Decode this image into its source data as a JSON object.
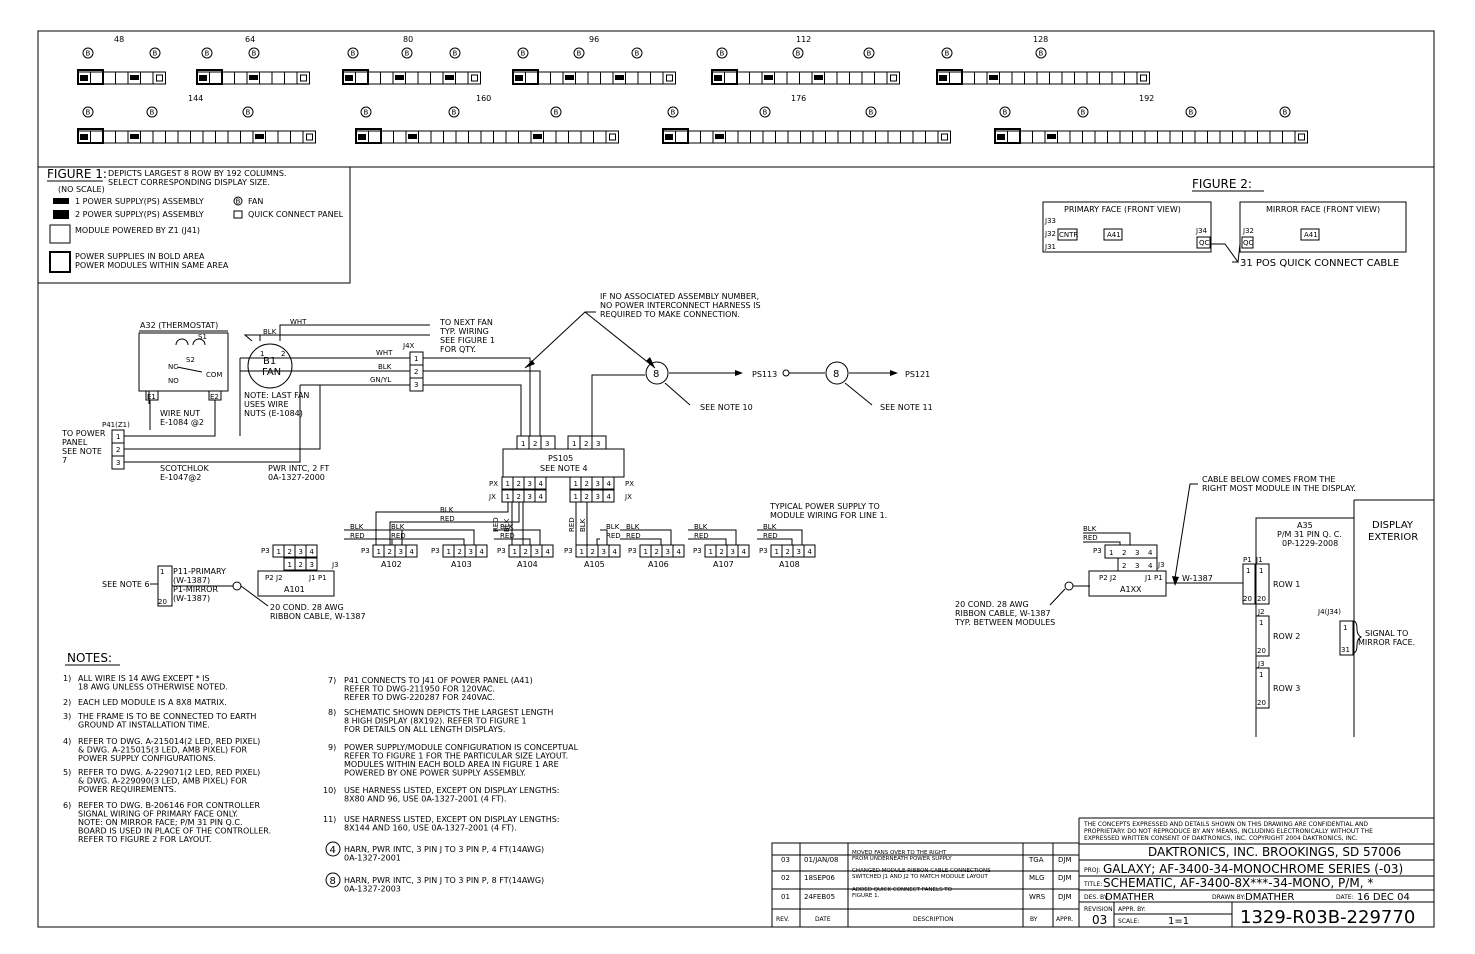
{
  "fig1_sizes_row1": [
    "48",
    "64",
    "80",
    "96",
    "112",
    "128"
  ],
  "fig1_sizes_row2": [
    "144",
    "160",
    "176",
    "192"
  ],
  "fig1_legend": {
    "title": "FIGURE 1:",
    "desc1": "DEPICTS LARGEST 8 ROW BY 192 COLUMNS.",
    "desc2": "SELECT CORRESPONDING DISPLAY SIZE.",
    "noscale": "(NO SCALE)",
    "ps1": "1 POWER SUPPLY(PS) ASSEMBLY",
    "ps2": "2 POWER SUPPLY(PS) ASSEMBLY",
    "fan": "FAN",
    "qc": "QUICK CONNECT PANEL",
    "z1": "MODULE POWERED BY Z1 (J41)",
    "bold1": "POWER SUPPLIES IN BOLD AREA",
    "bold2": "POWER MODULES WITHIN SAME AREA"
  },
  "fig2": {
    "title": "FIGURE 2:",
    "primary": "PRIMARY FACE (FRONT VIEW)",
    "mirror": "MIRROR FACE (FRONT VIEW)",
    "j33": "J33",
    "j32": "J32",
    "cntr": "CNTR",
    "j31": "J31",
    "a41": "A41",
    "j34": "J34",
    "qc": "QC",
    "cable": "31 POS QUICK CONNECT CABLE"
  },
  "schematic": {
    "a32": "A32 (THERMOSTAT)",
    "s1": "S1",
    "s2": "S2",
    "nc": "NC",
    "com": "COM",
    "no": "NO",
    "e1": "E1",
    "e2": "E2",
    "b1": "B1",
    "fan": "FAN",
    "wht": "WHT",
    "blk": "BLK",
    "gnyl": "GN/YL",
    "j4x": "J4X",
    "next_fan": [
      "TO NEXT FAN",
      "TYP. WIRING",
      "SEE FIGURE 1",
      "FOR QTY."
    ],
    "last_fan": [
      "NOTE: LAST FAN",
      "USES WIRE",
      "NUTS (E-1084)"
    ],
    "wire_nut": [
      "WIRE NUT",
      "E-1084 @2"
    ],
    "p41": "P41(Z1)",
    "to_power": [
      "TO POWER",
      "PANEL",
      "SEE NOTE",
      "7"
    ],
    "scotchlok": [
      "SCOTCHLOK",
      "E-1047@2"
    ],
    "pwr_intc": [
      "PWR INTC, 2 FT",
      "0A-1327-2000"
    ],
    "no_assy": [
      "IF NO ASSOCIATED ASSEMBLY NUMBER,",
      "NO POWER INTERCONNECT HARNESS IS",
      "REQUIRED TO MAKE CONNECTION."
    ],
    "ps113": "PS113",
    "ps121": "PS121",
    "note10": "SEE NOTE 10",
    "note11": "SEE NOTE 11",
    "ps105": "PS105",
    "note4": "SEE NOTE 4",
    "px": "PX",
    "jx": "JX",
    "red": "RED",
    "p3": "P3",
    "j3": "J3",
    "p2": "P2",
    "j2": "J2",
    "p1": "P1",
    "j1": "J1",
    "typical": [
      "TYPICAL POWER SUPPLY TO",
      "MODULE WIRING FOR LINE 1."
    ],
    "modules": [
      "A101",
      "A102",
      "A103",
      "A104",
      "A105",
      "A106",
      "A107",
      "A108"
    ],
    "note6": "SEE NOTE 6",
    "p11": [
      "P11-PRIMARY",
      "(W-1387)",
      "P1-MIRROR",
      "(W-1387)"
    ],
    "ribbon": [
      "20 COND. 28 AWG",
      "RIBBON CABLE, W-1387"
    ],
    "cable_below": [
      "CABLE BELOW COMES FROM THE",
      "RIGHT MOST MODULE IN THE DISPLAY."
    ],
    "a1xx": "A1XX",
    "w1387": "W-1387",
    "ribbon2": [
      "20 COND. 28 AWG",
      "RIBBON CABLE, W-1387",
      "TYP. BETWEEN MODULES"
    ],
    "a35": [
      "A35",
      "P/M 31 PIN Q. C.",
      "0P-1229-2008"
    ],
    "display": [
      "DISPLAY",
      "EXTERIOR"
    ],
    "rows": [
      "ROW 1",
      "ROW 2",
      "ROW 3"
    ],
    "j4j34": "J4(J34)",
    "signal": [
      "SIGNAL TO",
      "MIRROR FACE."
    ]
  },
  "notes_title": "NOTES:",
  "notes_left": [
    [
      "1)",
      "ALL WIRE IS 14 AWG EXCEPT * IS",
      "18 AWG UNLESS OTHERWISE NOTED."
    ],
    [
      "2)",
      "EACH LED MODULE IS A 8X8 MATRIX."
    ],
    [
      "3)",
      "THE FRAME IS TO BE CONNECTED TO EARTH",
      "GROUND AT INSTALLATION TIME."
    ],
    [
      "4)",
      "REFER TO DWG. A-215014(2 LED, RED PIXEL)",
      "& DWG. A-215015(3 LED, AMB PIXEL) FOR",
      "POWER SUPPLY CONFIGURATIONS."
    ],
    [
      "5)",
      "REFER TO DWG. A-229071(2 LED, RED PIXEL)",
      "& DWG. A-229090(3 LED, AMB PIXEL) FOR",
      "POWER REQUIREMENTS."
    ],
    [
      "6)",
      "REFER TO DWG. B-206146 FOR CONTROLLER",
      "SIGNAL WIRING OF PRIMARY FACE ONLY.",
      "NOTE: ON MIRROR FACE; P/M 31 PIN Q.C.",
      "BOARD IS USED IN PLACE OF THE CONTROLLER.",
      "REFER TO FIGURE 2 FOR LAYOUT."
    ]
  ],
  "notes_right": [
    [
      "7)",
      "P41 CONNECTS TO J41 OF POWER PANEL (A41)",
      "REFER TO DWG-211950 FOR 120VAC.",
      "REFER TO DWG-220287 FOR 240VAC."
    ],
    [
      "8)",
      "SCHEMATIC SHOWN DEPICTS THE LARGEST LENGTH",
      "8 HIGH DISPLAY (8X192). REFER TO FIGURE 1",
      "FOR DETAILS ON ALL LENGTH DISPLAYS."
    ],
    [
      "9)",
      "POWER SUPPLY/MODULE CONFIGURATION IS CONCEPTUAL",
      "REFER TO FIGURE 1 FOR THE PARTICULAR SIZE LAYOUT.",
      "MODULES WITHIN EACH BOLD AREA IN FIGURE 1 ARE",
      "POWERED BY ONE POWER SUPPLY ASSEMBLY."
    ],
    [
      "10)",
      "USE HARNESS LISTED, EXCEPT ON DISPLAY LENGTHS:",
      "8X80 AND 96, USE 0A-1327-2001 (4 FT)."
    ],
    [
      "11)",
      "USE HARNESS LISTED, EXCEPT ON DISPLAY LENGTHS:",
      "8X144 AND 160, USE 0A-1327-2001 (4 FT)."
    ],
    [
      "4",
      "HARN, PWR INTC, 3 PIN J TO 3 PIN P, 4 FT(14AWG)",
      "0A-1327-2001"
    ],
    [
      "8",
      "HARN, PWR INTC, 3 PIN J TO 3 PIN P, 8 FT(14AWG)",
      "0A-1327-2003"
    ]
  ],
  "revisions": {
    "headers": [
      "REV.",
      "DATE",
      "DESCRIPTION",
      "BY",
      "APPR."
    ],
    "rows": [
      [
        "03",
        "01/JAN/08",
        "MOVED FANS OVER TO THE RIGHT|FROM UNDERNEATH POWER SUPPLY",
        "TGA",
        "DJM"
      ],
      [
        "02",
        "18SEP06",
        "CHANGED MODULE RIBBON CABLE CONNECTIONS|SWITCHED J1 AND J2 TO MATCH MODULE LAYOUT",
        "MLG",
        "DJM"
      ],
      [
        "01",
        "24FEB05",
        "ADDED QUICK CONNECT PANELS TO|FIGURE 1.",
        "WRS",
        "DJM"
      ]
    ]
  },
  "title_block": {
    "confidential1": "THE CONCEPTS EXPRESSED AND DETAILS SHOWN ON THIS DRAWING ARE CONFIDENTIAL AND",
    "confidential2": "PROPRIETARY. DO NOT REPRODUCE BY ANY MEANS, INCLUDING ELECTRONICALLY WITHOUT THE",
    "confidential3": "EXPRESSED WRITTEN CONSENT OF DAKTRONICS, INC.     COPYRIGHT 2004 DAKTRONICS, INC.",
    "company": "DAKTRONICS, INC.   BROOKINGS, SD 57006",
    "proj_label": "PROJ:",
    "proj": "GALAXY; AF-3400-34-MONOCHROME SERIES (-03)",
    "title_label": "TITLE:",
    "title": "SCHEMATIC, AF-3400-8X***-34-MONO, P/M, *",
    "des_label": "DES. BY:",
    "des": "DMATHER",
    "drawn_label": "DRAWN BY:",
    "drawn": "DMATHER",
    "date_label": "DATE:",
    "date": "16 DEC 04",
    "revision_label": "REVISION",
    "revision": "03",
    "appr_label": "APPR. BY:",
    "scale_label": "SCALE:",
    "scale": "1=1",
    "dwg": "1329-R03B-229770"
  }
}
